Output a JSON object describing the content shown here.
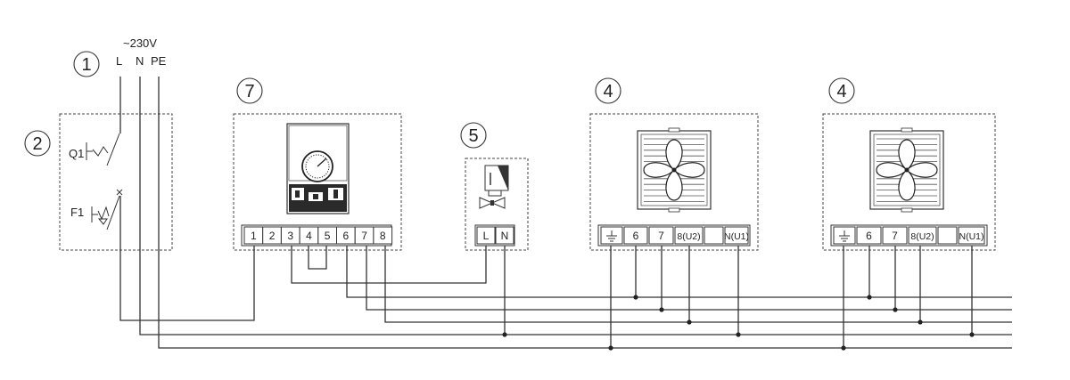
{
  "supply": {
    "voltage": "~230V",
    "lines": [
      "L",
      "N",
      "PE"
    ]
  },
  "callouts": {
    "supply": "1",
    "protection": "2",
    "controller": "7",
    "valve": "5",
    "fan_heater_1": "4",
    "fan_heater_2": "4"
  },
  "protection": {
    "switch_label": "Q1",
    "breaker_label": "F1"
  },
  "controller": {
    "terminals": [
      "1",
      "2",
      "3",
      "4",
      "5",
      "6",
      "7",
      "8"
    ]
  },
  "valve": {
    "terminals": [
      "L",
      "N"
    ]
  },
  "fan_heater_1": {
    "terminals": [
      "⏚",
      "6",
      "7",
      "8(U2)",
      "",
      "N(U1)"
    ]
  },
  "fan_heater_2": {
    "terminals": [
      "⏚",
      "6",
      "7",
      "8(U2)",
      "",
      "N(U1)"
    ]
  }
}
